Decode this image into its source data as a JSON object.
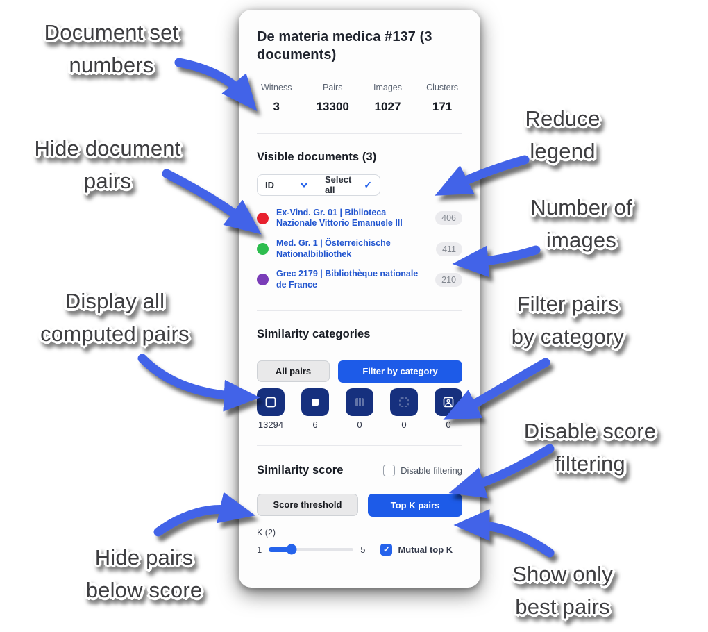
{
  "panel": {
    "title": "De materia medica #137 (3 documents)",
    "stats": [
      {
        "label": "Witness",
        "value": "3"
      },
      {
        "label": "Pairs",
        "value": "13300"
      },
      {
        "label": "Images",
        "value": "1027"
      },
      {
        "label": "Clusters",
        "value": "171"
      }
    ],
    "visible_documents": {
      "heading": "Visible documents (3)",
      "sort_selected": "ID",
      "select_all_label": "Select all",
      "select_all_check": "✓",
      "documents": [
        {
          "color": "#e8212e",
          "label": "Ex-Vind. Gr. 01 | Biblioteca Nazionale Vittorio Emanuele III",
          "image_count": "406"
        },
        {
          "color": "#2dbd4e",
          "label": "Med. Gr. 1 | Österreichische Nationalbibliothek",
          "image_count": "411"
        },
        {
          "color": "#7a3db8",
          "label": "Grec 2179 | Bibliothèque nationale de France",
          "image_count": "210"
        }
      ]
    },
    "similarity_categories": {
      "heading": "Similarity categories",
      "all_pairs_label": "All pairs",
      "filter_by_category_label": "Filter by category",
      "categories": [
        {
          "icon": "square-outline-icon",
          "count": "13294"
        },
        {
          "icon": "square-filled-icon",
          "count": "6"
        },
        {
          "icon": "grid-square-icon",
          "count": "0"
        },
        {
          "icon": "dashed-square-icon",
          "count": "0"
        },
        {
          "icon": "image-icon",
          "count": "0"
        }
      ]
    },
    "similarity_score": {
      "heading": "Similarity score",
      "disable_filtering_label": "Disable filtering",
      "disable_filtering_checked": false,
      "score_threshold_label": "Score threshold",
      "top_k_label": "Top K pairs",
      "k_label": "K (2)",
      "k_value": 2,
      "k_min": "1",
      "k_max": "5",
      "mutual_top_k_label": "Mutual top K",
      "mutual_top_k_checked": true,
      "mutual_check": "✓"
    }
  },
  "annotations": [
    {
      "id": "document-set-numbers",
      "lines": [
        "Document set",
        "numbers"
      ]
    },
    {
      "id": "hide-document-pairs",
      "lines": [
        "Hide document",
        "pairs"
      ]
    },
    {
      "id": "display-all-computed-pairs",
      "lines": [
        "Display all",
        "computed pairs"
      ]
    },
    {
      "id": "hide-pairs-below-score",
      "lines": [
        "Hide pairs",
        "below score"
      ]
    },
    {
      "id": "reduce-legend",
      "lines": [
        "Reduce",
        "legend"
      ]
    },
    {
      "id": "number-of-images",
      "lines": [
        "Number of",
        "images"
      ]
    },
    {
      "id": "filter-pairs-by-category",
      "lines": [
        "Filter pairs",
        "by category"
      ]
    },
    {
      "id": "disable-score-filtering",
      "lines": [
        "Disable score",
        "filtering"
      ]
    },
    {
      "id": "show-only-best-pairs",
      "lines": [
        "Show only",
        "best pairs"
      ]
    }
  ],
  "colors": {
    "accent_blue": "#1d5be8",
    "arrow_blue": "#4263e8",
    "category_navy": "#16307e",
    "doc_red": "#e8212e",
    "doc_green": "#2dbd4e",
    "doc_purple": "#7a3db8",
    "link_blue": "#2155cf"
  }
}
